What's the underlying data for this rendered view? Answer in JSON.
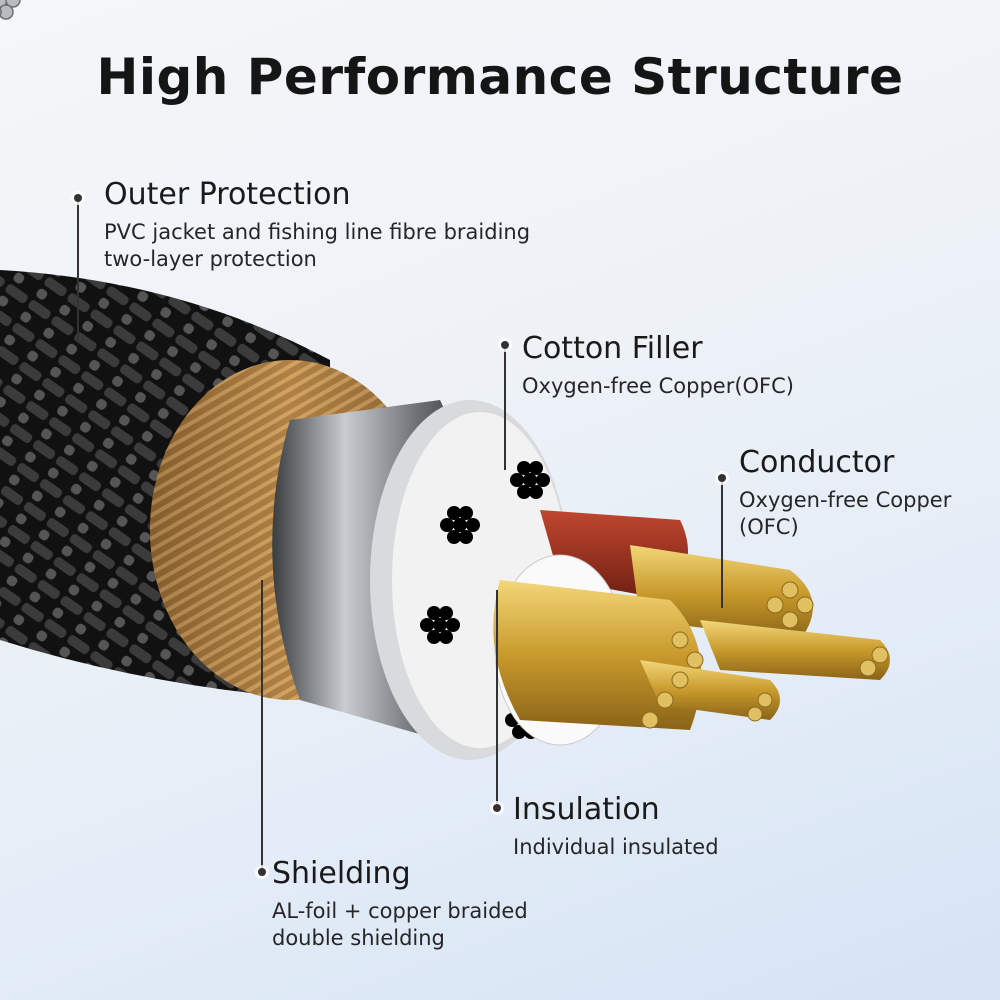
{
  "title": "High Performance Structure",
  "callouts": {
    "outer": {
      "heading": "Outer Protection",
      "line1": "PVC jacket and fishing line fibre braiding",
      "line2": "two-layer protection"
    },
    "filler": {
      "heading": "Cotton Filler",
      "line1": "Oxygen-free Copper(OFC)"
    },
    "conductor": {
      "heading": "Conductor",
      "line1": "Oxygen-free Copper",
      "line2": "(OFC)"
    },
    "insulation": {
      "heading": "Insulation",
      "line1": "Individual insulated"
    },
    "shielding": {
      "heading": "Shielding",
      "line1": "AL-foil + copper braided",
      "line2": "double shielding"
    }
  },
  "colors": {
    "braid": "#1a1a1a",
    "copper_braid": "#b8874a",
    "foil": "#9a9ea3",
    "insulation_red": "#a3321f",
    "conductor_gold": "#d9b24a"
  }
}
